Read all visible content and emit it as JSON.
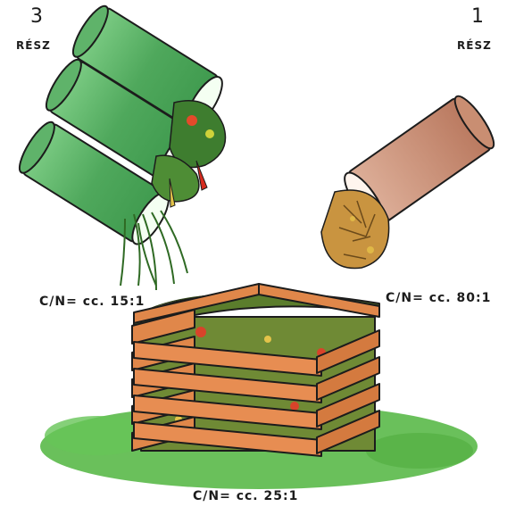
{
  "left_group": {
    "count": "3",
    "unit": "RÉSZ",
    "ratio": "C/N= cc. 15:1"
  },
  "right_group": {
    "count": "1",
    "unit": "RÉSZ",
    "ratio": "C/N= cc. 80:1"
  },
  "compost": {
    "ratio": "C/N= cc. 25:1"
  },
  "colors": {
    "green_can": "#5fb36a",
    "brown_can": "#c98e72",
    "wood": "#e0874a",
    "grass": "#5dbb4d"
  }
}
